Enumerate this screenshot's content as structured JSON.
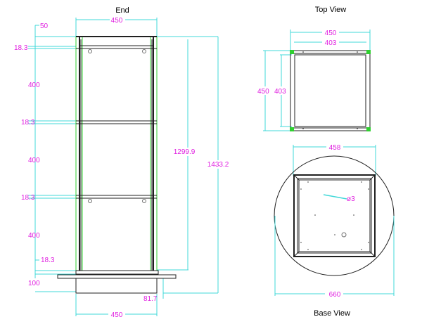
{
  "views": {
    "end": {
      "title": "End",
      "dims": {
        "top_width": "450",
        "top_offset": "50",
        "shelf_thickness_1": "18.3",
        "shelf_thickness_2": "18.3",
        "shelf_thickness_3": "18.3",
        "shelf_thickness_4": "18.3",
        "bay_1": "400",
        "bay_2": "400",
        "bay_3": "400",
        "inner_height": "1299.9",
        "total_height": "1433.2",
        "plinth_height": "100",
        "plinth_offset": "81.7",
        "base_width": "450"
      }
    },
    "top": {
      "title": "Top View",
      "dims": {
        "outer_width": "450",
        "inner_width": "403",
        "outer_depth": "450",
        "inner_depth": "403"
      }
    },
    "base": {
      "title": "Base View",
      "dims": {
        "square_width": "458",
        "hole_diameter": "ø3",
        "circle_diameter": "660"
      }
    }
  },
  "colors": {
    "dimension_line": "#40d8d8",
    "dimension_text": "#e020e0",
    "frame_green": "#30d030",
    "outline": "#202020"
  }
}
